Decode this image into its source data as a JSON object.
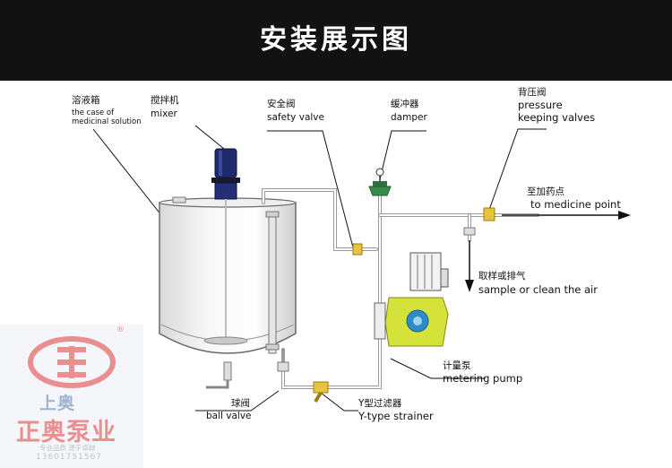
{
  "title": "安装展示图",
  "labels": {
    "tank_cn": "溶液箱",
    "tank_en1": "the case of",
    "tank_en2": "medicinal solution",
    "mixer_cn": "搅拌机",
    "mixer_en": "mixer",
    "safety_cn": "安全阀",
    "safety_en": "safety valve",
    "damper_cn": "缓冲器",
    "damper_en": "damper",
    "pressure_cn": "背压阀",
    "pressure_en1": "pressure",
    "pressure_en2": "keeping valves",
    "medicine_cn": "至加药点",
    "medicine_en": "to medicine point",
    "sample_cn": "取样或排气",
    "sample_en": "sample or clean the air",
    "pump_cn": "计量泵",
    "pump_en": "metering pump",
    "ball_cn": "球阀",
    "ball_en": "ball valve",
    "strainer_cn": "Y型过滤器",
    "strainer_en": "Y-type strainer"
  },
  "watermark": {
    "brand1": "上奥",
    "brand2": "正奥泵业",
    "slogan": "专业品质 源于卓越",
    "phone": "13601751567",
    "reg": "®"
  },
  "colors": {
    "banner": "#121212",
    "pump_body": "#d5e23a",
    "pump_head": "#2e8bc9",
    "mixer_motor": "#1f2a6b",
    "valve": "#e8c33d",
    "damper": "#3a8a4d"
  }
}
